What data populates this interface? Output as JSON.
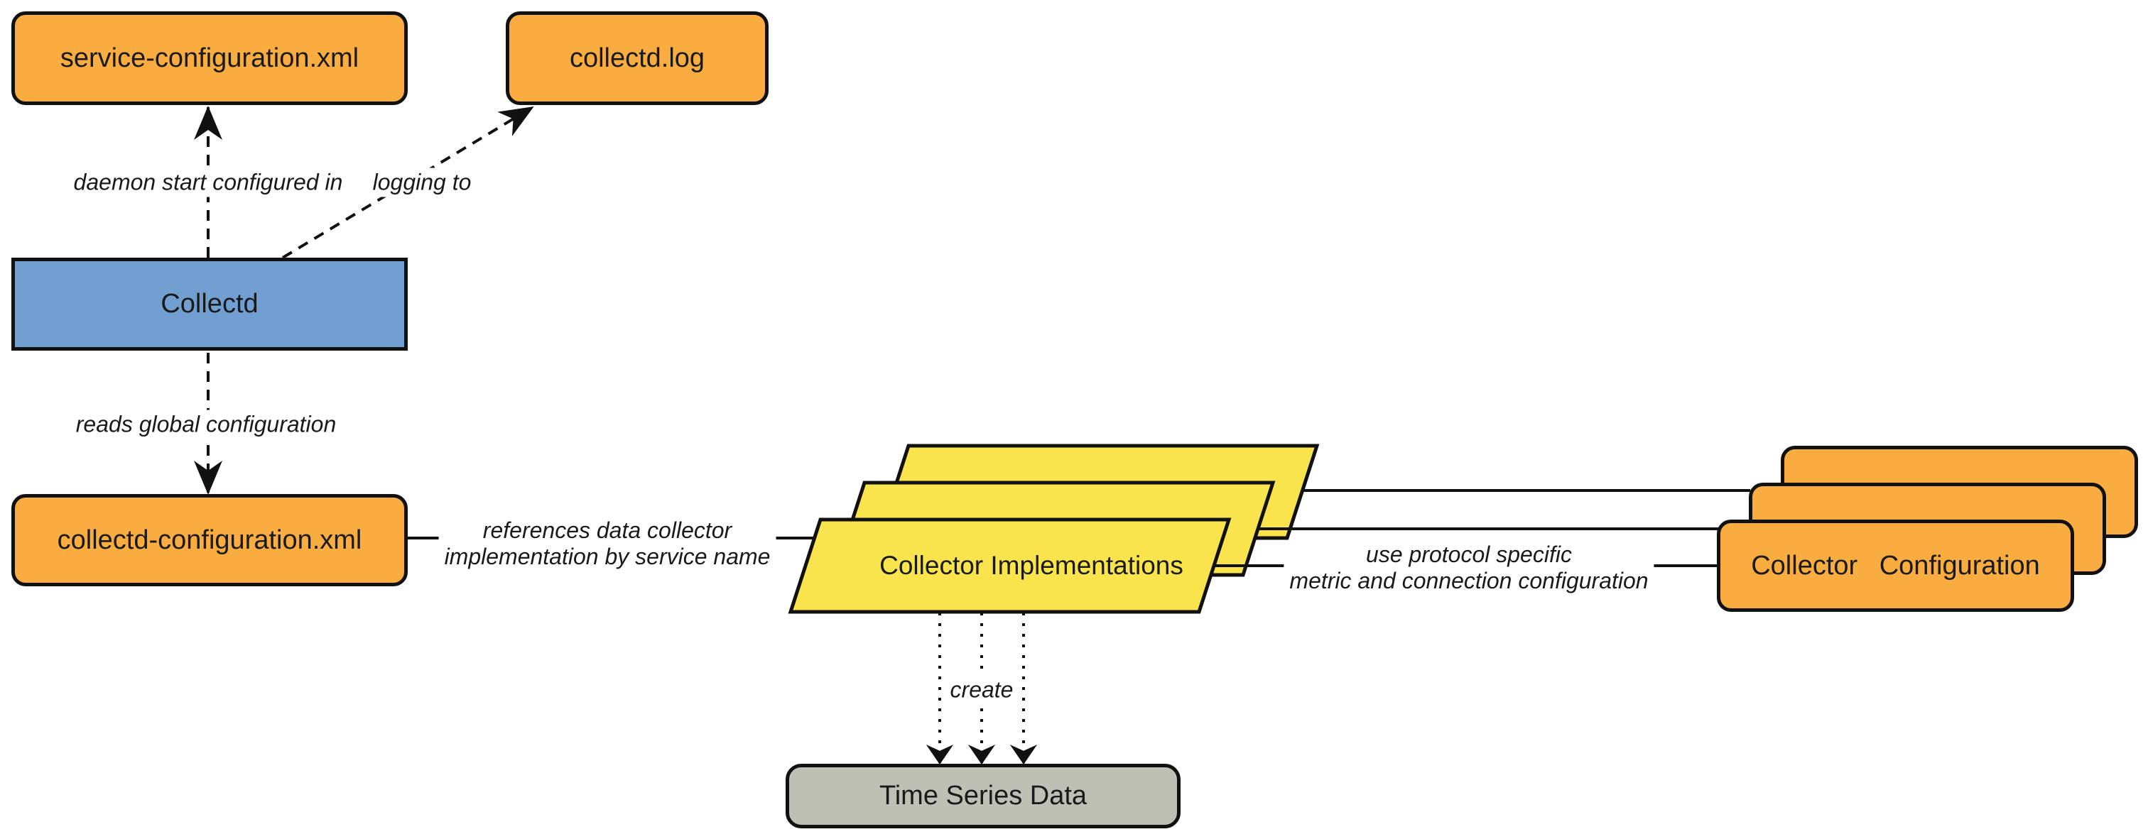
{
  "nodes": {
    "service_configuration": {
      "label": "service-configuration.xml",
      "fill": "#F9AC40"
    },
    "collectd_log": {
      "label": "collectd.log",
      "fill": "#F9AC40"
    },
    "collectd": {
      "label": "Collectd",
      "fill": "#719FD1"
    },
    "collectd_configuration": {
      "label": "collectd-configuration.xml",
      "fill": "#F9AC40"
    },
    "collector_implementations": {
      "label": "Collector Implementations",
      "fill": "#FAE44E"
    },
    "collector_configuration": {
      "label": "Collector Configuration",
      "fill": "#F9AC40"
    },
    "time_series_data": {
      "label": "Time Series Data",
      "fill": "#BEC0B6"
    }
  },
  "edges": {
    "daemon_start": {
      "label": "daemon start configured in"
    },
    "logging_to": {
      "label": "logging to"
    },
    "reads_global": {
      "label": "reads global configuration"
    },
    "references": {
      "label": "references data collector\nimplementation by service name"
    },
    "use_protocol": {
      "label": "use protocol specific\nmetric and connection configuration"
    },
    "create": {
      "label": "create"
    }
  },
  "colors": {
    "line": "#111111",
    "background": "#ffffff"
  }
}
